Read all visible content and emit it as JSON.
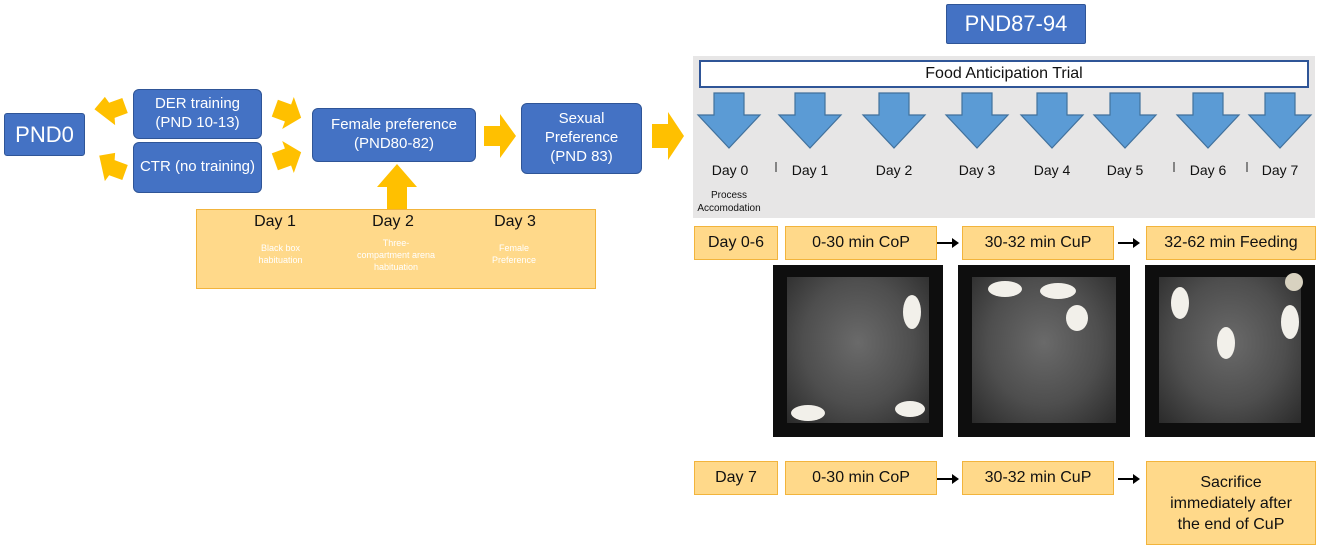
{
  "left": {
    "pnd0": "PND0",
    "der_training": [
      "DER training",
      "(PND 10-13)"
    ],
    "ctr": "CTR (no training)",
    "female_preference": [
      "Female preference",
      "(PND80-82)"
    ],
    "sexual_preference": [
      "Sexual",
      "Preference",
      "(PND 83)"
    ],
    "days": [
      {
        "title": "Day 1",
        "step": [
          "Black box",
          "habituation"
        ]
      },
      {
        "title": "Day 2",
        "step": [
          "Three-",
          "compartment arena",
          "habituation"
        ]
      },
      {
        "title": "Day 3",
        "step": [
          "Female",
          "Preference"
        ]
      }
    ]
  },
  "right": {
    "header": "PND87-94",
    "trial_title": "Food Anticipation Trial",
    "days": [
      "Day 0",
      "Day 1",
      "Day 2",
      "Day 3",
      "Day 4",
      "Day 5",
      "Day 6",
      "Day 7"
    ],
    "day0_note": [
      "Process",
      "Accomodation"
    ],
    "row1": {
      "label": "Day 0-6",
      "a": "0-30 min CoP",
      "b": "30-32 min CuP",
      "c": "32-62 min Feeding"
    },
    "row2": {
      "label": "Day 7",
      "a": "0-30 min CoP",
      "b": "30-32 min CuP",
      "c": [
        "Sacrifice",
        "immediately after",
        "the end of CuP"
      ]
    }
  },
  "colors": {
    "blue": "#4472c4",
    "arrow_orange": "#ffc000",
    "tan": "#ffd98a",
    "panel_gray": "#e7e6e6",
    "down_arrow": "#5b9bd5"
  }
}
